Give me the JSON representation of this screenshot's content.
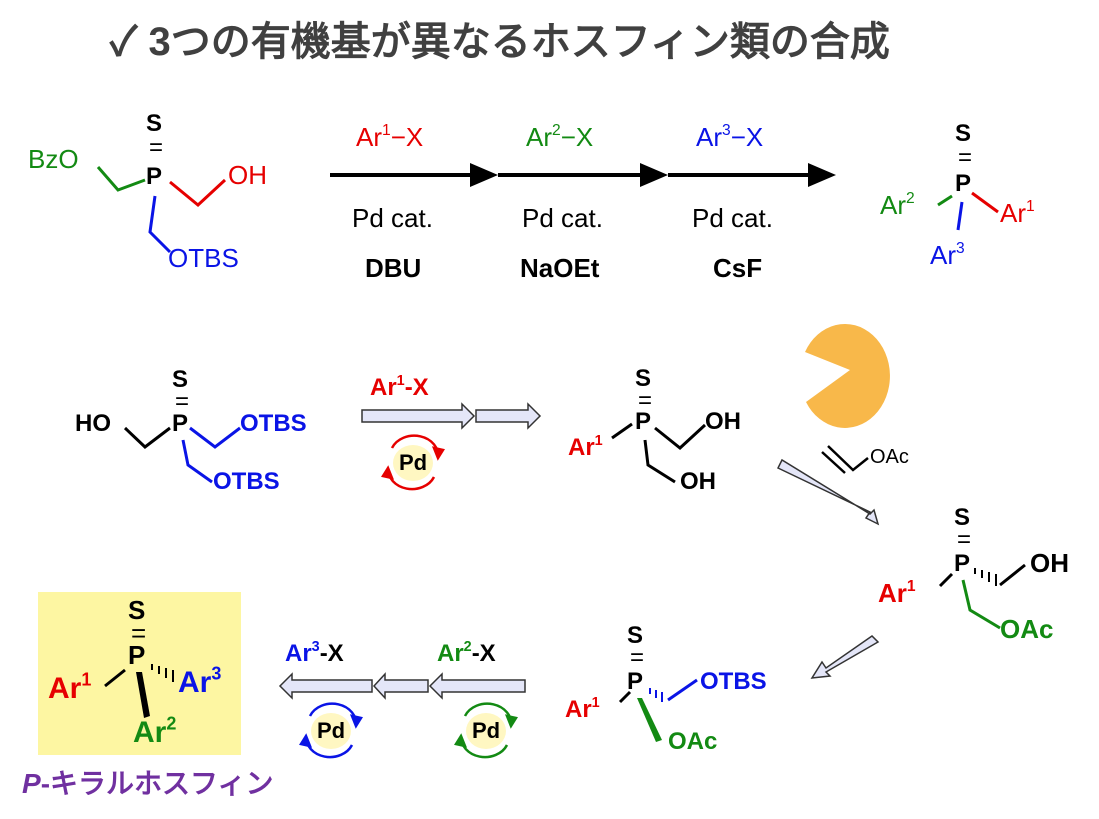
{
  "title": {
    "check": "✓",
    "text": "3つの有機基が異なるホスフィン類の合成"
  },
  "top_scheme": {
    "start": {
      "S": "S",
      "eq": "=",
      "P": "P",
      "left": "BzO",
      "right": "OH",
      "down": "OTBS"
    },
    "steps": [
      {
        "reagent_base": "Ar",
        "reagent_sup": "1",
        "reagent_rest": "−X",
        "catalyst": "Pd cat.",
        "base": "DBU"
      },
      {
        "reagent_base": "Ar",
        "reagent_sup": "2",
        "reagent_rest": "−X",
        "catalyst": "Pd cat.",
        "base": "NaOEt"
      },
      {
        "reagent_base": "Ar",
        "reagent_sup": "3",
        "reagent_rest": "−X",
        "catalyst": "Pd cat.",
        "base": "CsF"
      }
    ],
    "product": {
      "S": "S",
      "eq": "=",
      "P": "P",
      "ar2": "Ar",
      "ar2_sup": "2",
      "ar1": "Ar",
      "ar1_sup": "1",
      "ar3": "Ar",
      "ar3_sup": "3"
    }
  },
  "bottom_scheme": {
    "mol_a": {
      "S": "S",
      "eq": "=",
      "P": "P",
      "left": "HO",
      "right": "OTBS",
      "down": "OTBS"
    },
    "step1": {
      "reagent_base": "Ar",
      "reagent_sup": "1",
      "reagent_rest": "-X",
      "catalyst": "Pd"
    },
    "mol_b": {
      "S": "S",
      "eq": "=",
      "P": "P",
      "ar": "Ar",
      "ar_sup": "1",
      "right": "OH",
      "down": "OH"
    },
    "enzyme_reagent": "OAc",
    "mol_c": {
      "S": "S",
      "eq": "=",
      "P": "P",
      "ar": "Ar",
      "ar_sup": "1",
      "right": "OH",
      "down": "OAc"
    },
    "mol_d": {
      "S": "S",
      "eq": "=",
      "P": "P",
      "ar": "Ar",
      "ar_sup": "1",
      "right": "OTBS",
      "down": "OAc"
    },
    "step2": {
      "reagent_base": "Ar",
      "reagent_sup": "2",
      "reagent_rest": "-X",
      "catalyst": "Pd"
    },
    "step3": {
      "reagent_base": "Ar",
      "reagent_sup": "3",
      "reagent_rest": "-X",
      "catalyst": "Pd"
    },
    "final": {
      "S": "S",
      "eq": "=",
      "P": "P",
      "ar1": "Ar",
      "ar1_sup": "1",
      "ar3": "Ar",
      "ar3_sup": "3",
      "ar2": "Ar",
      "ar2_sup": "2"
    },
    "caption_italic": "P",
    "caption": "-キラルホスフィン"
  },
  "colors": {
    "red": "#e60000",
    "green": "#138a13",
    "blue": "#0a14e6",
    "purple": "#7030a0",
    "highlight": "#fdf6a2",
    "enzyme": "#f8b84a",
    "arrow_fill": "#e4e6f8"
  }
}
